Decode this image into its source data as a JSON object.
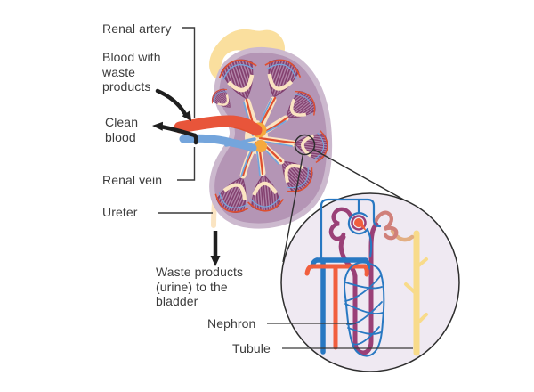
{
  "labels": {
    "renal_artery": "Renal artery",
    "blood_with_waste": "Blood with waste products",
    "clean_blood": "Clean blood",
    "renal_vein": "Renal vein",
    "ureter": "Ureter",
    "waste_products": "Waste products (urine) to the bladder",
    "nephron": "Nephron",
    "tubule": "Tubule"
  },
  "colors": {
    "artery_red": "#DF4F2F",
    "vein_blue": "#74A5DC",
    "kidney_cortex": "#B495B5",
    "kidney_rim": "#CCB9CE",
    "pyramid_purple": "#83406F",
    "pyramid_stripe": "#B78CAE",
    "pelvis_cream": "#FAE4C2",
    "adrenal_yellow": "#FADF9E",
    "hilum_dot_orange": "#F5A93D",
    "inset_background": "#EFE9F2",
    "inset_blue": "#2878C2",
    "inset_orange": "#F15F3E",
    "inset_purple": "#9A4077",
    "inset_salmon": "#D0807A",
    "inset_tan": "#E2AE82",
    "collecting_duct_yellow": "#F8DB8A",
    "text": "#3C3C3C",
    "annotation_line": "#3A3A3A",
    "arrow_black": "#1F1F1F"
  }
}
